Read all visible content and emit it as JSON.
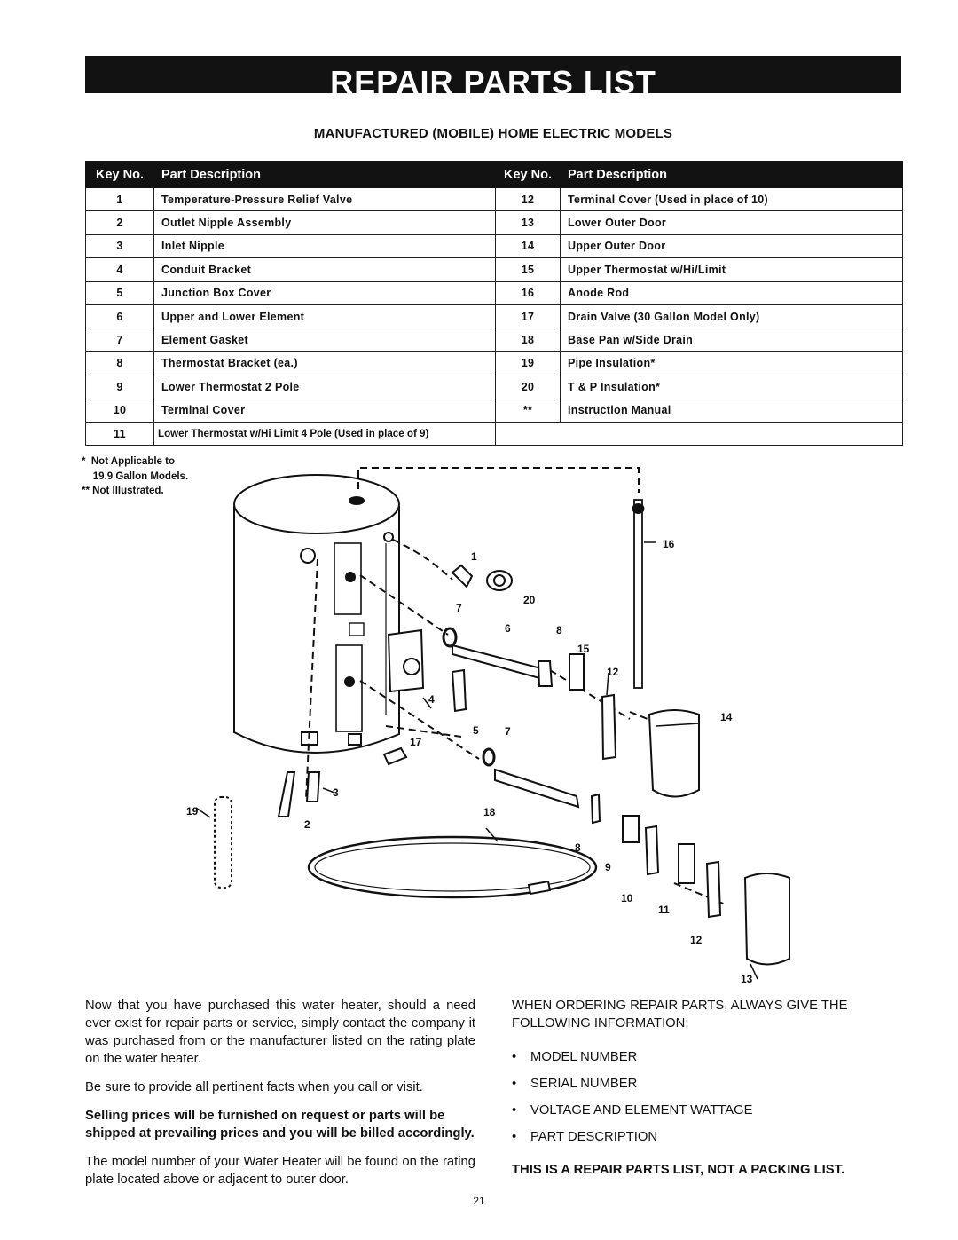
{
  "header": {
    "banner": "REPAIR PARTS LIST",
    "subtitle": "MANUFACTURED (MOBILE) HOME ELECTRIC MODELS"
  },
  "table": {
    "columns": [
      "Key No.",
      "Part Description",
      "Key No.",
      "Part Description"
    ],
    "left": [
      {
        "key": "1",
        "desc": "Temperature-Pressure Relief Valve"
      },
      {
        "key": "2",
        "desc": "Outlet Nipple Assembly"
      },
      {
        "key": "3",
        "desc": "Inlet Nipple"
      },
      {
        "key": "4",
        "desc": "Conduit Bracket"
      },
      {
        "key": "5",
        "desc": "Junction Box Cover"
      },
      {
        "key": "6",
        "desc": "Upper and Lower Element"
      },
      {
        "key": "7",
        "desc": "Element Gasket"
      },
      {
        "key": "8",
        "desc": "Thermostat Bracket (ea.)"
      },
      {
        "key": "9",
        "desc": "Lower Thermostat 2 Pole"
      },
      {
        "key": "10",
        "desc": "Terminal Cover"
      },
      {
        "key": "11",
        "desc": "Lower Thermostat w/Hi Limit 4 Pole (Used in place of 9)"
      }
    ],
    "right": [
      {
        "key": "12",
        "desc": "Terminal Cover (Used in place of 10)"
      },
      {
        "key": "13",
        "desc": "Lower Outer Door"
      },
      {
        "key": "14",
        "desc": "Upper Outer Door"
      },
      {
        "key": "15",
        "desc": "Upper Thermostat w/Hi/Limit"
      },
      {
        "key": "16",
        "desc": "Anode Rod"
      },
      {
        "key": "17",
        "desc": "Drain Valve (30 Gallon Model Only)"
      },
      {
        "key": "18",
        "desc": "Base Pan w/Side Drain"
      },
      {
        "key": "19",
        "desc": "Pipe Insulation*"
      },
      {
        "key": "20",
        "desc": "T & P Insulation*"
      },
      {
        "key": "**",
        "desc": "Instruction Manual"
      }
    ]
  },
  "notes": {
    "line1": "*  Not Applicable to",
    "line2": "    19.9 Gallon Models.",
    "line3": "** Not Illustrated."
  },
  "diagram_labels": {
    "l1": "1",
    "l2": "2",
    "l3": "3",
    "l4": "4",
    "l5": "5",
    "l6": "6",
    "l7a": "7",
    "l7b": "7",
    "l8a": "8",
    "l8b": "8",
    "l9": "9",
    "l10": "10",
    "l11": "11",
    "l12a": "12",
    "l12b": "12",
    "l13": "13",
    "l14": "14",
    "l15": "15",
    "l16": "16",
    "l17": "17",
    "l18": "18",
    "l19": "19",
    "l20": "20"
  },
  "body": {
    "p1": "Now that you have purchased this water heater, should a need ever exist for repair parts or service, simply contact the company it was purchased from or the manufacturer listed on the rating plate on the water heater.",
    "p2": "Be sure to provide all pertinent facts when you call or visit.",
    "p3": "Selling prices will be furnished on request or parts will be shipped at prevailing prices and you will be billed accordingly.",
    "p4": "The model number of your Water Heater will be found on the rating plate located above or adjacent to outer door.",
    "ordering_intro": "WHEN ORDERING REPAIR PARTS, ALWAYS GIVE THE FOLLOWING INFORMATION:",
    "ordering_items": [
      "MODEL NUMBER",
      "SERIAL NUMBER",
      "VOLTAGE AND ELEMENT WATTAGE",
      "PART DESCRIPTION"
    ],
    "final_note": "THIS IS A REPAIR PARTS LIST, NOT A PACKING LIST."
  },
  "page_number": "21"
}
